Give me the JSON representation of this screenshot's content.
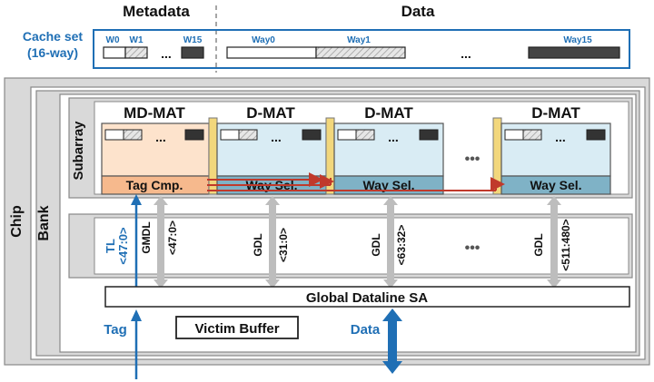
{
  "header": {
    "metadata_label": "Metadata",
    "data_label": "Data"
  },
  "cache_set": {
    "label_line1": "Cache set",
    "label_line2": "(16-way)",
    "md_ways": [
      "W0",
      "W1",
      "W15"
    ],
    "data_ways": [
      "Way0",
      "Way1",
      "Way15"
    ],
    "ellipsis": "..."
  },
  "hierarchy": {
    "chip": "Chip",
    "bank": "Bank",
    "subarray": "Subarray"
  },
  "mats": {
    "md_mat": "MD-MAT",
    "d_mat": "D-MAT",
    "tag_cmp": "Tag Cmp.",
    "way_sel": "Way Sel.",
    "ellipsis": "...",
    "dots": "•••"
  },
  "lines": {
    "tl_1": "TL",
    "tl_2": "<47:0>",
    "gmdl_1": "GMDL",
    "gmdl_2": "<47:0>",
    "gdl0_1": "GDL",
    "gdl0_2": "<31:0>",
    "gdl1_1": "GDL",
    "gdl1_2": "<63:32>",
    "gdl2_1": "GDL",
    "gdl2_2": "<511:480>"
  },
  "bottom": {
    "global_sa": "Global Dataline SA",
    "victim_buffer": "Victim Buffer",
    "tag": "Tag",
    "data": "Data"
  },
  "colors": {
    "accent_blue": "#1f6fb5",
    "arrow_red": "#c0392b",
    "md_mat_fill": "#fde3cc",
    "md_mat_bar": "#f6b98d",
    "d_mat_fill": "#d9ecf4",
    "d_mat_bar": "#7fb2c6",
    "divider": "#f2d77c",
    "frame_gray": "#d9d9d9"
  }
}
